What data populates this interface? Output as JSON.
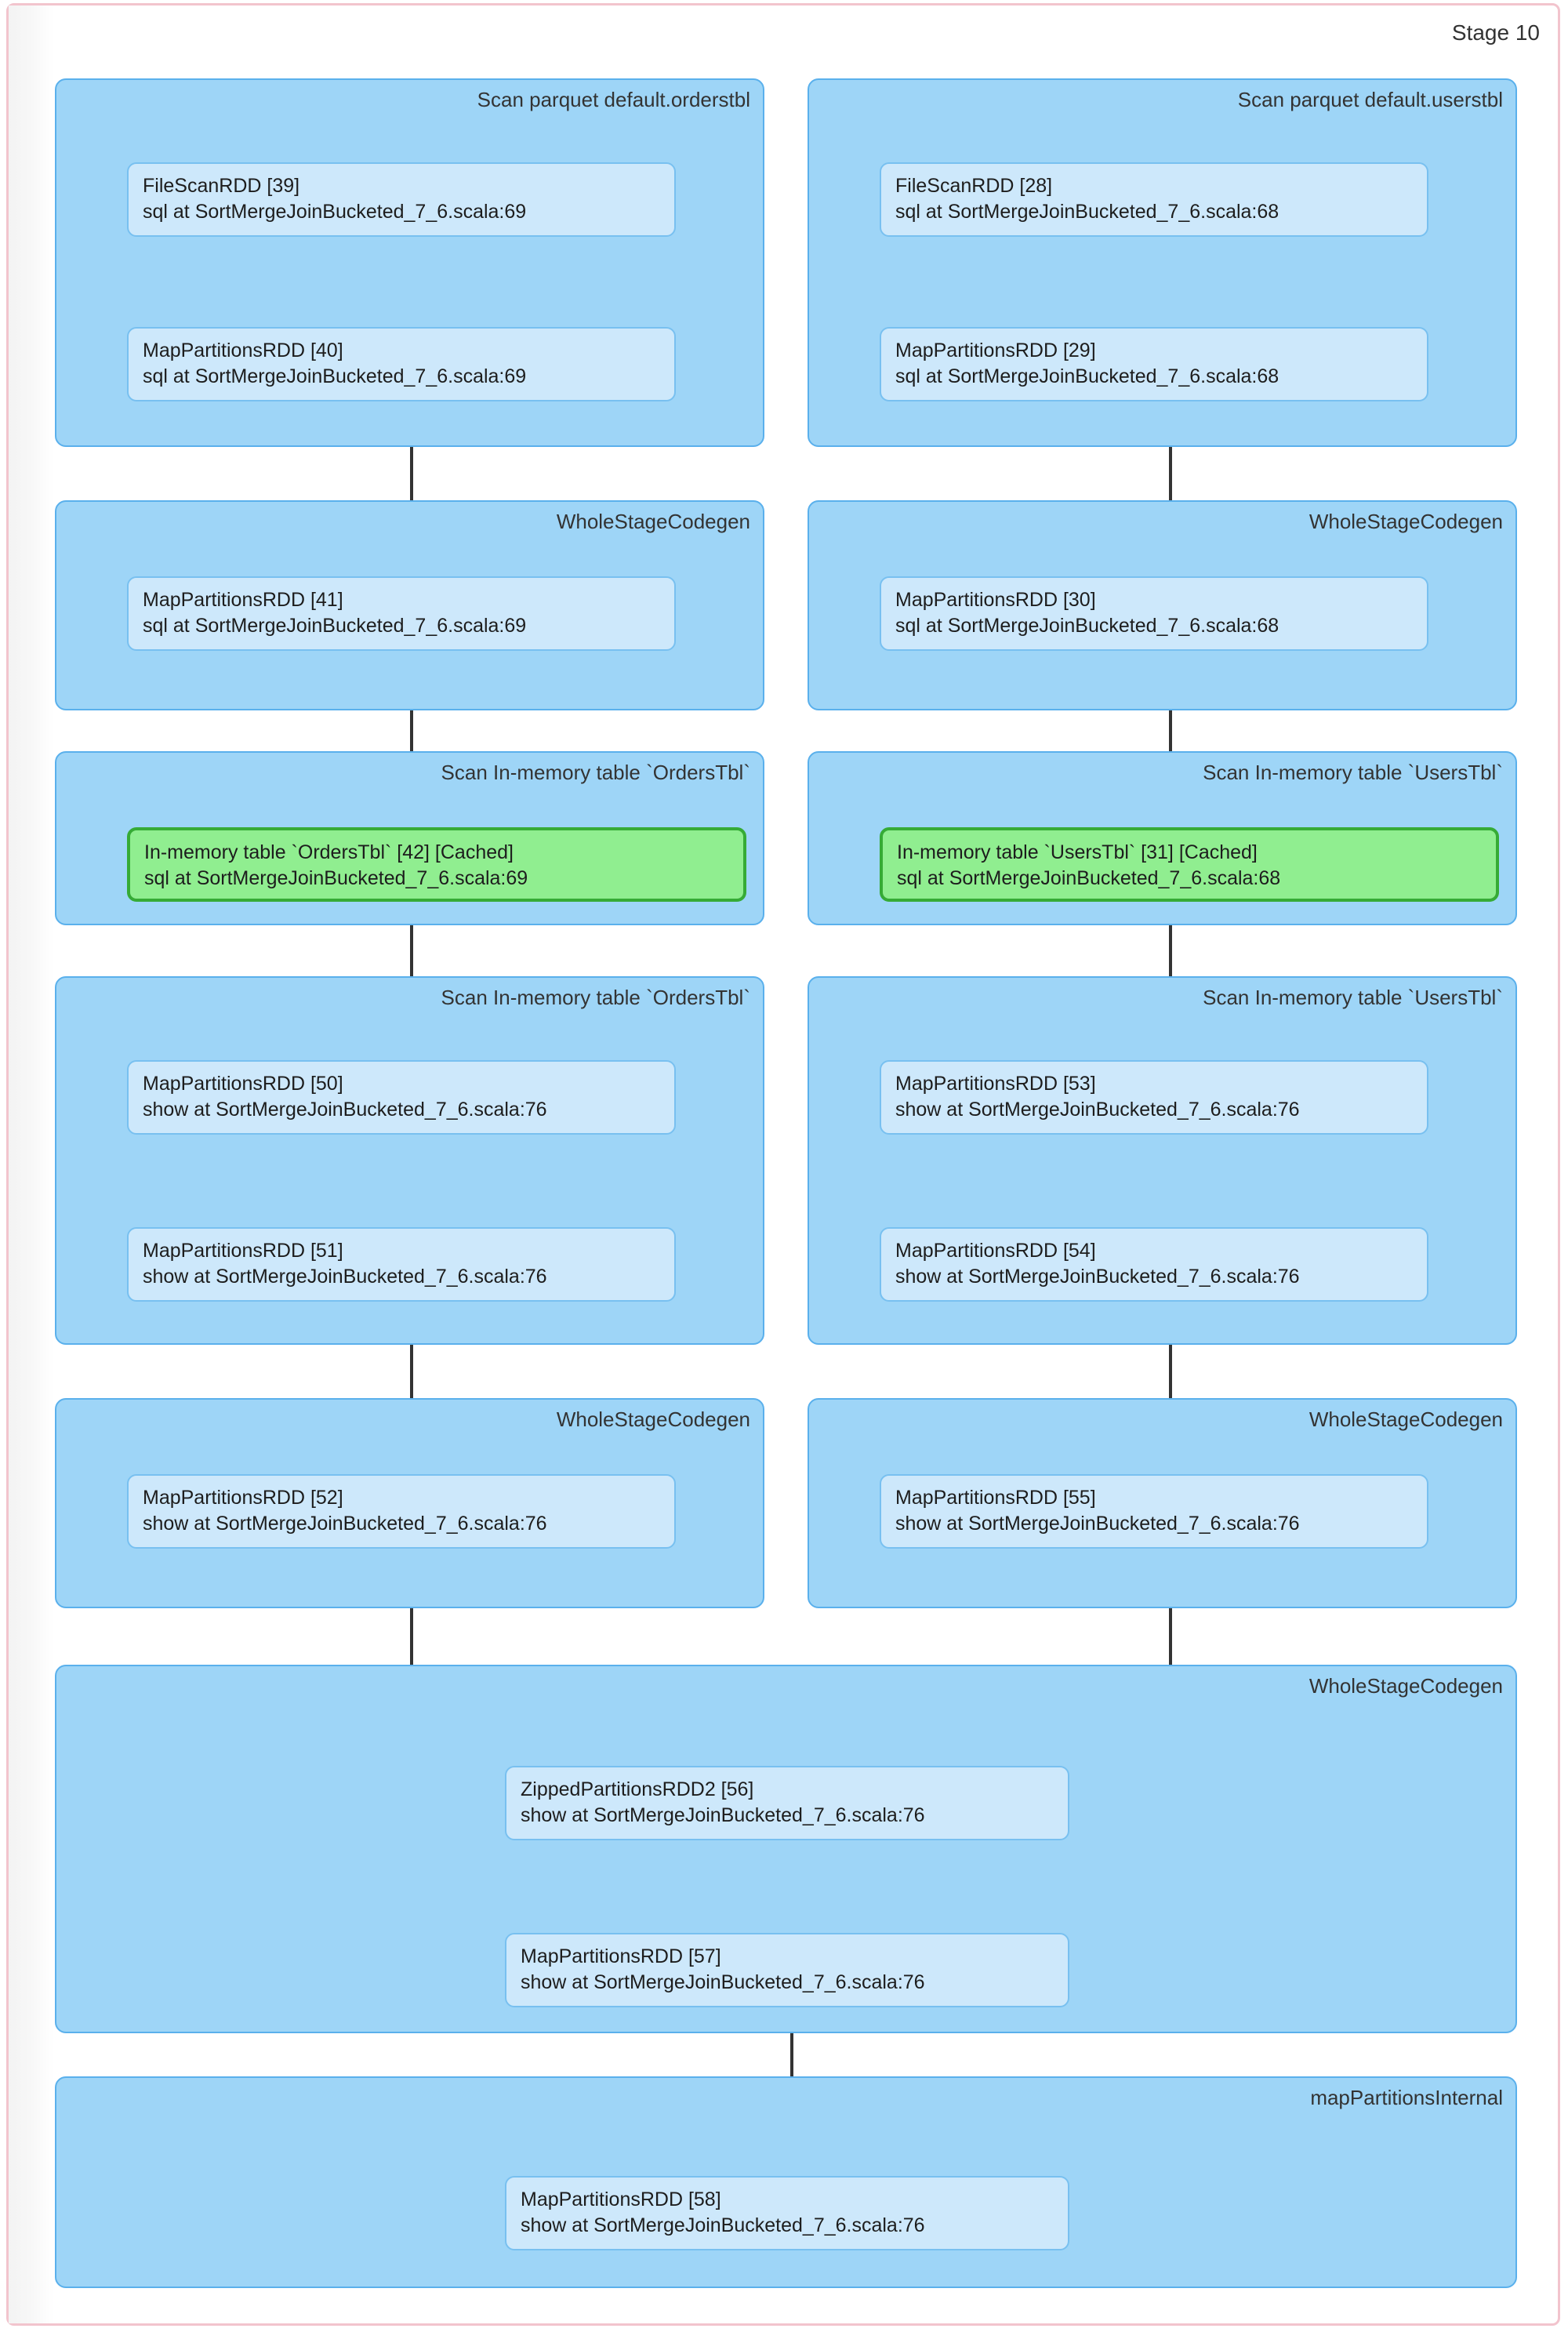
{
  "stage": {
    "label": "Stage 10"
  },
  "colors": {
    "cluster_fill": "#9ed5f7",
    "cluster_stroke": "#5ab0ec",
    "node_fill": "#cde8fb",
    "node_stroke": "#78c0f0",
    "cached_fill": "#90ee90",
    "cached_stroke": "#36ab36",
    "panel_border": "#f2c4cd",
    "edge": "#333333"
  },
  "clusters": [
    {
      "id": "scan-parquet-orderstbl",
      "label": "Scan parquet default.orderstbl",
      "column": "left",
      "nodes": [
        {
          "id": "rdd-39",
          "line1": "FileScanRDD [39]",
          "line2": "sql at SortMergeJoinBucketed_7_6.scala:69",
          "cached": false
        },
        {
          "id": "rdd-40",
          "line1": "MapPartitionsRDD [40]",
          "line2": "sql at SortMergeJoinBucketed_7_6.scala:69",
          "cached": false
        }
      ]
    },
    {
      "id": "scan-parquet-userstbl",
      "label": "Scan parquet default.userstbl",
      "column": "right",
      "nodes": [
        {
          "id": "rdd-28",
          "line1": "FileScanRDD [28]",
          "line2": "sql at SortMergeJoinBucketed_7_6.scala:68",
          "cached": false
        },
        {
          "id": "rdd-29",
          "line1": "MapPartitionsRDD [29]",
          "line2": "sql at SortMergeJoinBucketed_7_6.scala:68",
          "cached": false
        }
      ]
    },
    {
      "id": "wholestagecodegen-left-1",
      "label": "WholeStageCodegen",
      "column": "left",
      "nodes": [
        {
          "id": "rdd-41",
          "line1": "MapPartitionsRDD [41]",
          "line2": "sql at SortMergeJoinBucketed_7_6.scala:69",
          "cached": false
        }
      ]
    },
    {
      "id": "wholestagecodegen-right-1",
      "label": "WholeStageCodegen",
      "column": "right",
      "nodes": [
        {
          "id": "rdd-30",
          "line1": "MapPartitionsRDD [30]",
          "line2": "sql at SortMergeJoinBucketed_7_6.scala:68",
          "cached": false
        }
      ]
    },
    {
      "id": "scan-inmemory-orderstbl-1",
      "label": "Scan In-memory table `OrdersTbl`",
      "column": "left",
      "nodes": [
        {
          "id": "rdd-42",
          "line1": "In-memory table `OrdersTbl` [42] [Cached]",
          "line2": "sql at SortMergeJoinBucketed_7_6.scala:69",
          "cached": true
        }
      ]
    },
    {
      "id": "scan-inmemory-userstbl-1",
      "label": "Scan In-memory table `UsersTbl`",
      "column": "right",
      "nodes": [
        {
          "id": "rdd-31",
          "line1": "In-memory table `UsersTbl` [31] [Cached]",
          "line2": "sql at SortMergeJoinBucketed_7_6.scala:68",
          "cached": true
        }
      ]
    },
    {
      "id": "scan-inmemory-orderstbl-2",
      "label": "Scan In-memory table `OrdersTbl`",
      "column": "left",
      "nodes": [
        {
          "id": "rdd-50",
          "line1": "MapPartitionsRDD [50]",
          "line2": "show at SortMergeJoinBucketed_7_6.scala:76",
          "cached": false
        },
        {
          "id": "rdd-51",
          "line1": "MapPartitionsRDD [51]",
          "line2": "show at SortMergeJoinBucketed_7_6.scala:76",
          "cached": false
        }
      ]
    },
    {
      "id": "scan-inmemory-userstbl-2",
      "label": "Scan In-memory table `UsersTbl`",
      "column": "right",
      "nodes": [
        {
          "id": "rdd-53",
          "line1": "MapPartitionsRDD [53]",
          "line2": "show at SortMergeJoinBucketed_7_6.scala:76",
          "cached": false
        },
        {
          "id": "rdd-54",
          "line1": "MapPartitionsRDD [54]",
          "line2": "show at SortMergeJoinBucketed_7_6.scala:76",
          "cached": false
        }
      ]
    },
    {
      "id": "wholestagecodegen-left-2",
      "label": "WholeStageCodegen",
      "column": "left",
      "nodes": [
        {
          "id": "rdd-52",
          "line1": "MapPartitionsRDD [52]",
          "line2": "show at SortMergeJoinBucketed_7_6.scala:76",
          "cached": false
        }
      ]
    },
    {
      "id": "wholestagecodegen-right-2",
      "label": "WholeStageCodegen",
      "column": "right",
      "nodes": [
        {
          "id": "rdd-55",
          "line1": "MapPartitionsRDD [55]",
          "line2": "show at SortMergeJoinBucketed_7_6.scala:76",
          "cached": false
        }
      ]
    },
    {
      "id": "wholestagecodegen-join",
      "label": "WholeStageCodegen",
      "column": "full",
      "nodes": [
        {
          "id": "rdd-56",
          "line1": "ZippedPartitionsRDD2 [56]",
          "line2": "show at SortMergeJoinBucketed_7_6.scala:76",
          "cached": false
        },
        {
          "id": "rdd-57",
          "line1": "MapPartitionsRDD [57]",
          "line2": "show at SortMergeJoinBucketed_7_6.scala:76",
          "cached": false
        }
      ]
    },
    {
      "id": "mappartitionsinternal",
      "label": "mapPartitionsInternal",
      "column": "full",
      "nodes": [
        {
          "id": "rdd-58",
          "line1": "MapPartitionsRDD [58]",
          "line2": "show at SortMergeJoinBucketed_7_6.scala:76",
          "cached": false
        }
      ]
    }
  ]
}
